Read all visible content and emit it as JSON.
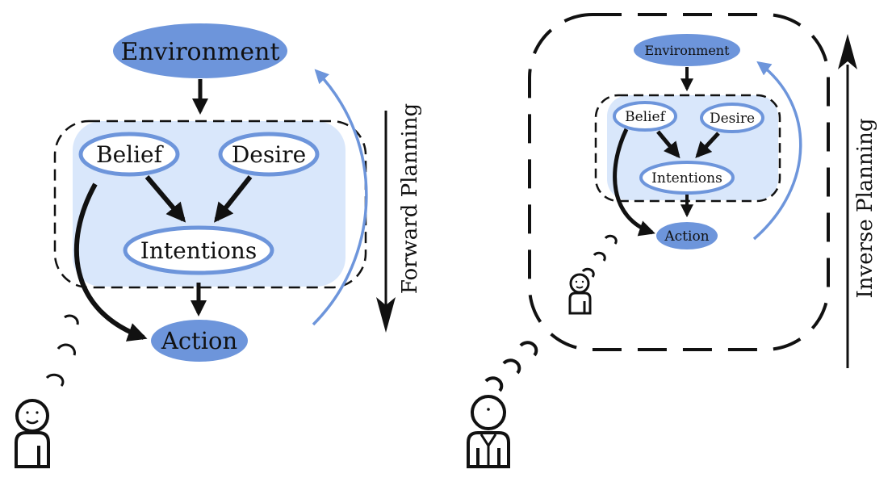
{
  "left_diagram": {
    "environment_label": "Environment",
    "belief_label": "Belief",
    "desire_label": "Desire",
    "intentions_label": "Intentions",
    "action_label": "Action",
    "side_label": "Forward Planning"
  },
  "right_diagram": {
    "environment_label": "Environment",
    "belief_label": "Belief",
    "desire_label": "Desire",
    "intentions_label": "Intentions",
    "action_label": "Action",
    "side_label": "Inverse Planning"
  },
  "colors": {
    "node_fill": "#6d95db",
    "node_ring": "#6d95db",
    "panel_fill": "#d9e7fb",
    "arc_blue": "#6d95db",
    "ink": "#111111"
  }
}
